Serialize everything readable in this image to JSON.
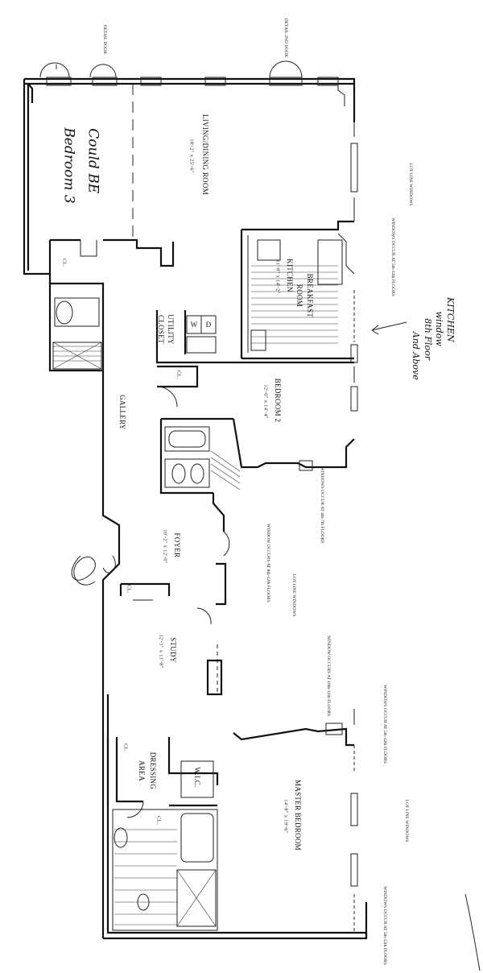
{
  "rooms": {
    "living": {
      "name": "LIVING/DINING ROOM",
      "dim": "18'-2\" x 25'-6\""
    },
    "kitchen": {
      "name": "KITCHEN",
      "dim": "11'-8\" x 14'-2\""
    },
    "breakfast": {
      "name": "BREAKFAST",
      "name2": "ROOM"
    },
    "utility": {
      "name": "UTILITY",
      "name2": "CLOSET",
      "w": "W",
      "d": "D"
    },
    "bedroom2": {
      "name": "BEDROOM 2",
      "dim": "12'-0\" x 14'-4\""
    },
    "gallery": {
      "name": "GALLERY"
    },
    "foyer": {
      "name": "FOYER",
      "dim": "10'-2\" x 12'-0\""
    },
    "study": {
      "name": "STUDY",
      "dim": "12'-1\" x 11'-8\""
    },
    "dressing": {
      "name": "DRESSING",
      "name2": "AREA"
    },
    "wic": {
      "name": "W.I.C."
    },
    "master": {
      "name": "MASTER BEDROOM",
      "dim": "14'-8\" x 19'-6\""
    }
  },
  "closets": [
    "CL.",
    "CL.",
    "CL.",
    "CL.",
    "CL."
  ],
  "notes": {
    "top_left": "DETAIL DOOR",
    "top_right": "DETAIL 2ND DOOR",
    "lot_line_1": "LOT LINE WINDOWS",
    "windows_occur_1": "WINDOWS OCCUR AT 5th-12th FLOORS",
    "windows_bedroom": "WINDOWS OCCUR AT 4th-7th FLOORS",
    "window_foyer": "WINDOW OCCURS AT 8th-12th FLOORS",
    "lot_line_2": "LOT LINE WINDOWS",
    "window_study": "WINDOW OCCURS AT 10th-12th FLOORS",
    "windows_occur_2": "WINDOWS OCCUR AT 5th-12th FLOORS",
    "lot_line_3": "LOT LINE WINDOWS",
    "windows_occur_3": "WINDOWS OCCUR AT 5th-12th FLOORS"
  },
  "handwriting": {
    "could_be": "Could BE",
    "bedroom3": "Bedroom 3",
    "kitchen_note": [
      "KITCHEN",
      "window",
      "8th Floor",
      "And Above"
    ]
  }
}
